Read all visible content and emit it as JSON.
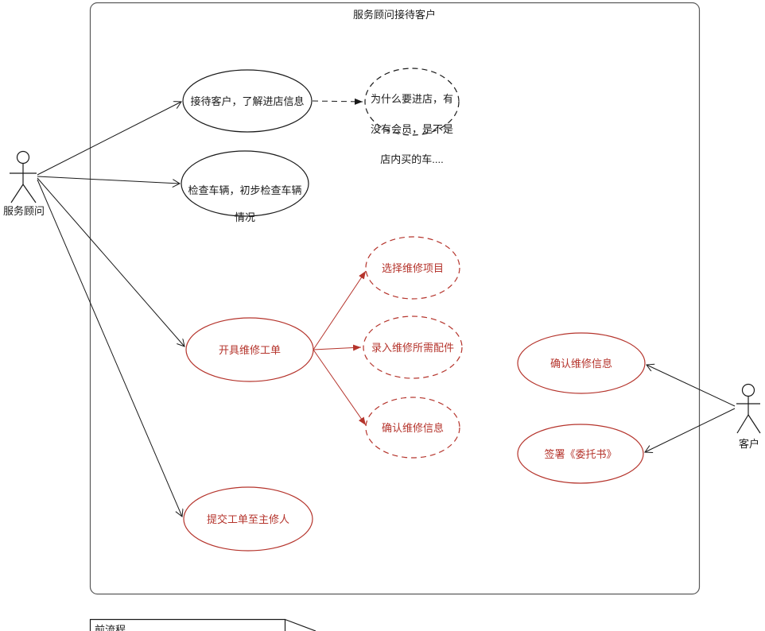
{
  "diagram": {
    "title": "服务顾问接待客户",
    "colors": {
      "shape_black": "#333333",
      "shape_red": "#b5342c",
      "boundary_gray": "#595959"
    },
    "actors": {
      "service_advisor": {
        "label": "服务顾问"
      },
      "customer": {
        "label": "客户"
      }
    },
    "use_cases": {
      "receive_customer": {
        "label": "接待客户，了解进店信息"
      },
      "inspect_vehicle": {
        "line1": "检查车辆，初步检查车辆",
        "line2": "情况"
      },
      "create_work_order": {
        "label": "开具维修工单"
      },
      "select_repair_items": {
        "label": "选择维修项目"
      },
      "enter_required_parts": {
        "label": "录入维修所需配件"
      },
      "confirm_repair_info_step": {
        "label": "确认维修信息"
      },
      "confirm_repair_info": {
        "label": "确认维修信息"
      },
      "sign_authorization": {
        "label": "签署《委托书》"
      },
      "submit_work_order": {
        "label": "提交工单至主修人"
      }
    },
    "note": {
      "lines": [
        "为什么要进店，有",
        "没有会员，是不是",
        "店内买的车...."
      ]
    },
    "partial_bottom_shape": {
      "label": "前流程"
    }
  }
}
